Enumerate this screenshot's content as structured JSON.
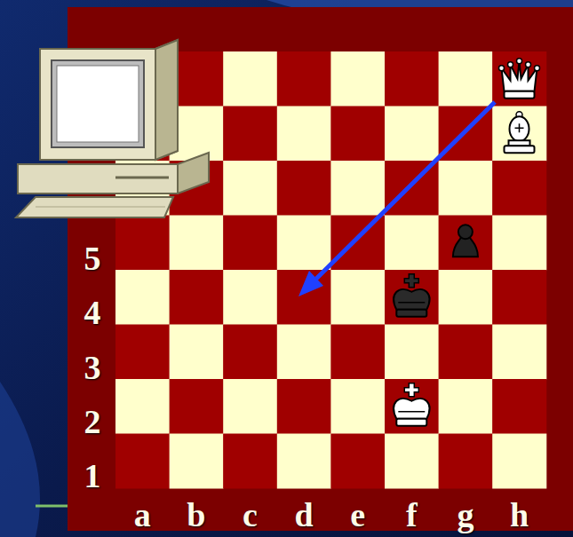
{
  "diagram": {
    "labels": [
      "5",
      "4",
      "3",
      "2",
      "1",
      "a",
      "b",
      "c",
      "d",
      "e",
      "f",
      "g",
      "h"
    ]
  }
}
